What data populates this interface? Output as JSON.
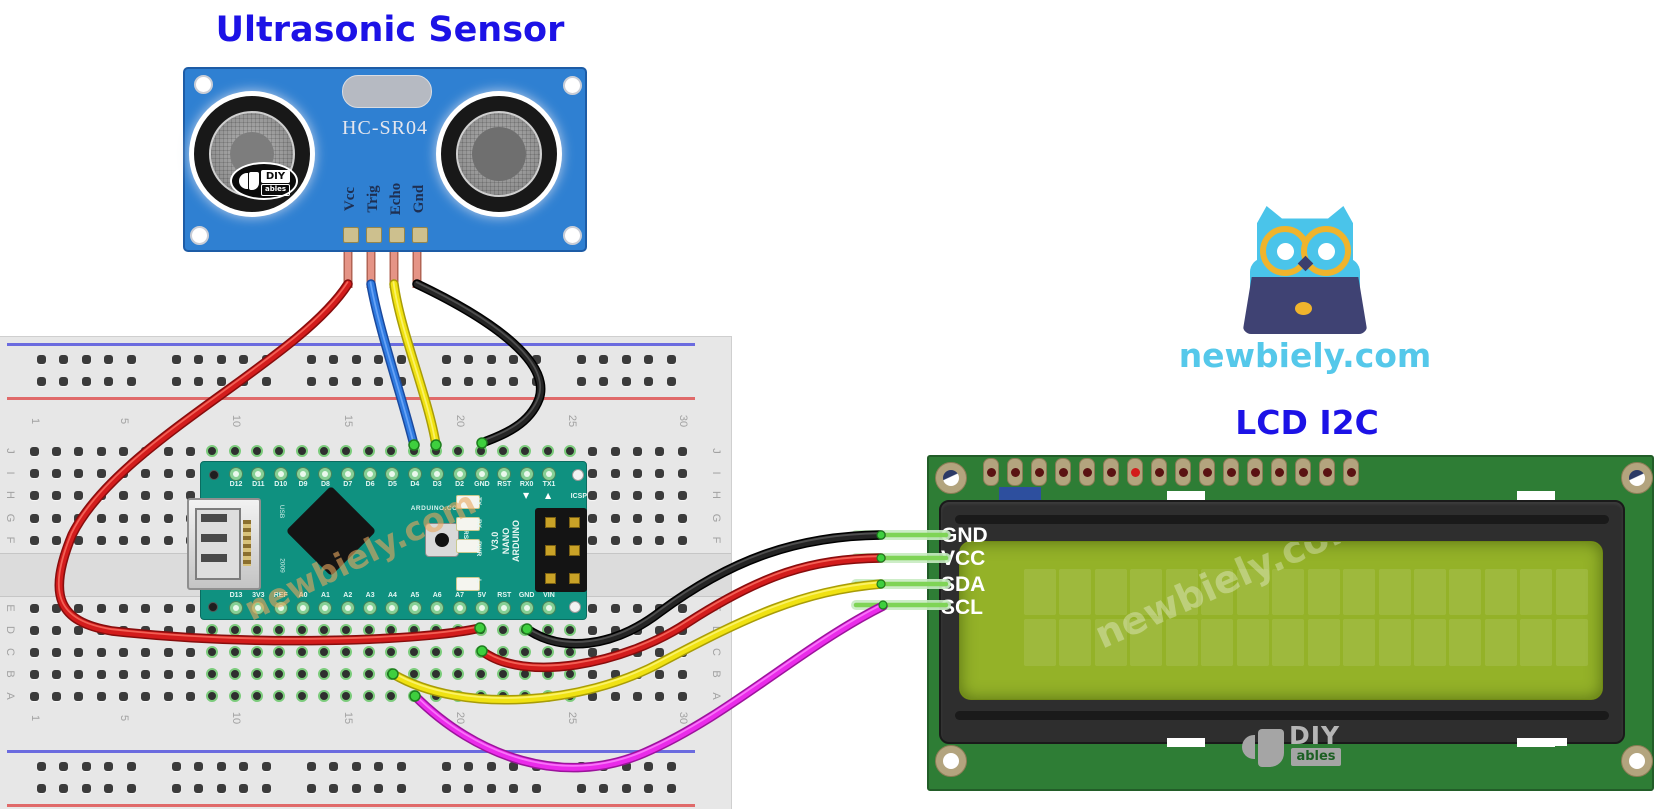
{
  "titles": {
    "sensor": "Ultrasonic Sensor",
    "lcd": "LCD I2C"
  },
  "brand": {
    "site": "newbiely.com",
    "watermark": "newbiely.com"
  },
  "sensor": {
    "model": "HC-SR04",
    "pin_labels": [
      "Vcc",
      "Trig",
      "Echo",
      "Gnd"
    ],
    "logo": {
      "main": "DIY",
      "sub": "ables"
    }
  },
  "breadboard": {
    "row_labels_upper": [
      "J",
      "I",
      "H",
      "G",
      "F"
    ],
    "row_labels_lower": [
      "E",
      "D",
      "C",
      "B",
      "A"
    ],
    "column_labels": [
      "1",
      "5",
      "10",
      "15",
      "20",
      "25",
      "30"
    ]
  },
  "arduino": {
    "top_pins": [
      "D12",
      "D11",
      "D10",
      "D9",
      "D8",
      "D7",
      "D6",
      "D5",
      "D4",
      "D3",
      "D2",
      "GND",
      "RST",
      "RX0",
      "TX1"
    ],
    "bottom_pins": [
      "D13",
      "3V3",
      "REF",
      "A0",
      "A1",
      "A2",
      "A3",
      "A4",
      "A5",
      "A6",
      "A7",
      "5V",
      "RST",
      "GND",
      "VIN"
    ],
    "board_text": [
      "ARDUINO",
      "NANO",
      "V3.0"
    ],
    "mcu_text": "ARDUINO.CC",
    "led_labels": [
      "TX",
      "RX",
      "PWR",
      "L"
    ],
    "button_label": "RST",
    "icsp_label": "ICSP",
    "usb_text": "USB",
    "year_text": "2009",
    "marker_down": "▼",
    "marker_up": "▲"
  },
  "lcd": {
    "pin_labels": [
      "GND",
      "VCC",
      "SDA",
      "SCL"
    ],
    "header_pin_count": 16,
    "char_columns": 16,
    "char_rows": 2,
    "logo": {
      "main": "DIY",
      "sub": "ables"
    }
  },
  "wires": [
    {
      "id": "vcc",
      "color": "red",
      "hex": "#d31c1c",
      "from": "HC-SR04 Vcc",
      "to": "Arduino 5V"
    },
    {
      "id": "trig",
      "color": "blue",
      "hex": "#2f7ae0",
      "from": "HC-SR04 Trig",
      "to": "Arduino D4"
    },
    {
      "id": "echo",
      "color": "yellow",
      "hex": "#f0e212",
      "from": "HC-SR04 Echo",
      "to": "Arduino D3"
    },
    {
      "id": "gnd",
      "color": "black",
      "hex": "#242424",
      "from": "HC-SR04 Gnd",
      "to": "Arduino GND"
    },
    {
      "id": "lcd_gnd",
      "color": "black",
      "hex": "#242424",
      "from": "Arduino GND",
      "to": "LCD GND"
    },
    {
      "id": "lcd_vcc",
      "color": "red",
      "hex": "#d31c1c",
      "from": "Arduino 5V",
      "to": "LCD VCC"
    },
    {
      "id": "lcd_sda",
      "color": "yellow",
      "hex": "#f0e212",
      "from": "Arduino A4",
      "to": "LCD SDA"
    },
    {
      "id": "lcd_scl",
      "color": "magenta",
      "hex": "#ea2bea",
      "from": "Arduino A5",
      "to": "LCD SCL"
    }
  ],
  "colors": {
    "title_blue": "#1c12e6",
    "brand_cyan": "#55c8ea",
    "sensor_board": "#2f80d2",
    "arduino_board": "#0f9180",
    "lcd_pcb": "#2e7d35",
    "lcd_screen": "#94b228",
    "breadboard": "#e7e7e7",
    "wire_green_dot": "#3ecf3e"
  }
}
